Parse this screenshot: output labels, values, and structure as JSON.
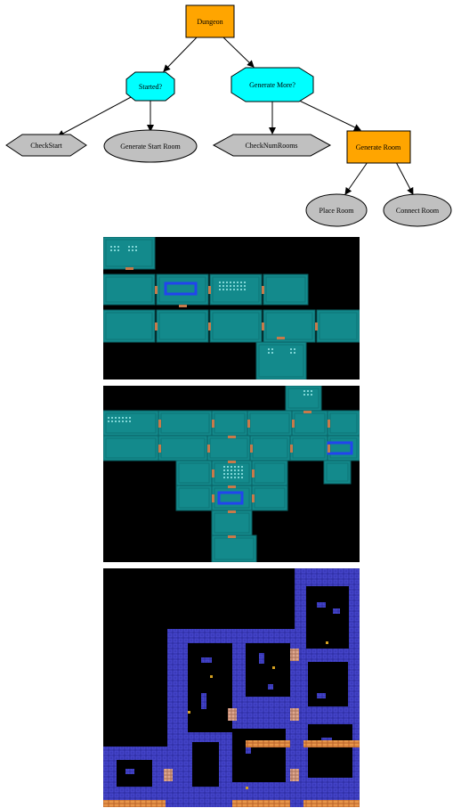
{
  "tree": {
    "nodes": [
      {
        "id": "dungeon",
        "label": "Dungeon",
        "shape": "rect",
        "fill": "#ffa500"
      },
      {
        "id": "started",
        "label": "Started?",
        "shape": "octagon",
        "fill": "#00ffff"
      },
      {
        "id": "generate_more",
        "label": "Generate More?",
        "shape": "octagon",
        "fill": "#00ffff"
      },
      {
        "id": "check_start",
        "label": "CheckStart",
        "shape": "diamond",
        "fill": "#c0c0c0"
      },
      {
        "id": "generate_start_room",
        "label": "Generate Start Room",
        "shape": "ellipse",
        "fill": "#c0c0c0"
      },
      {
        "id": "check_num_rooms",
        "label": "CheckNumRooms",
        "shape": "diamond",
        "fill": "#c0c0c0"
      },
      {
        "id": "generate_room",
        "label": "Generate Room",
        "shape": "rect",
        "fill": "#ffa500"
      },
      {
        "id": "place_room",
        "label": "Place Room",
        "shape": "ellipse",
        "fill": "#c0c0c0"
      },
      {
        "id": "connect_room",
        "label": "Connect Room",
        "shape": "ellipse",
        "fill": "#c0c0c0"
      }
    ],
    "edges": [
      [
        "dungeon",
        "started"
      ],
      [
        "dungeon",
        "generate_more"
      ],
      [
        "started",
        "check_start"
      ],
      [
        "started",
        "generate_start_room"
      ],
      [
        "generate_more",
        "check_num_rooms"
      ],
      [
        "generate_more",
        "generate_room"
      ],
      [
        "generate_room",
        "place_room"
      ],
      [
        "generate_room",
        "connect_room"
      ]
    ]
  },
  "colors": {
    "room_teal": "#138a8c",
    "room_border": "#0a5f62",
    "door": "#c87a4a",
    "highlight": "#2244ee",
    "wall_blue": "#3232b4",
    "floor_orange": "#e08a3a",
    "background": "#000000"
  }
}
